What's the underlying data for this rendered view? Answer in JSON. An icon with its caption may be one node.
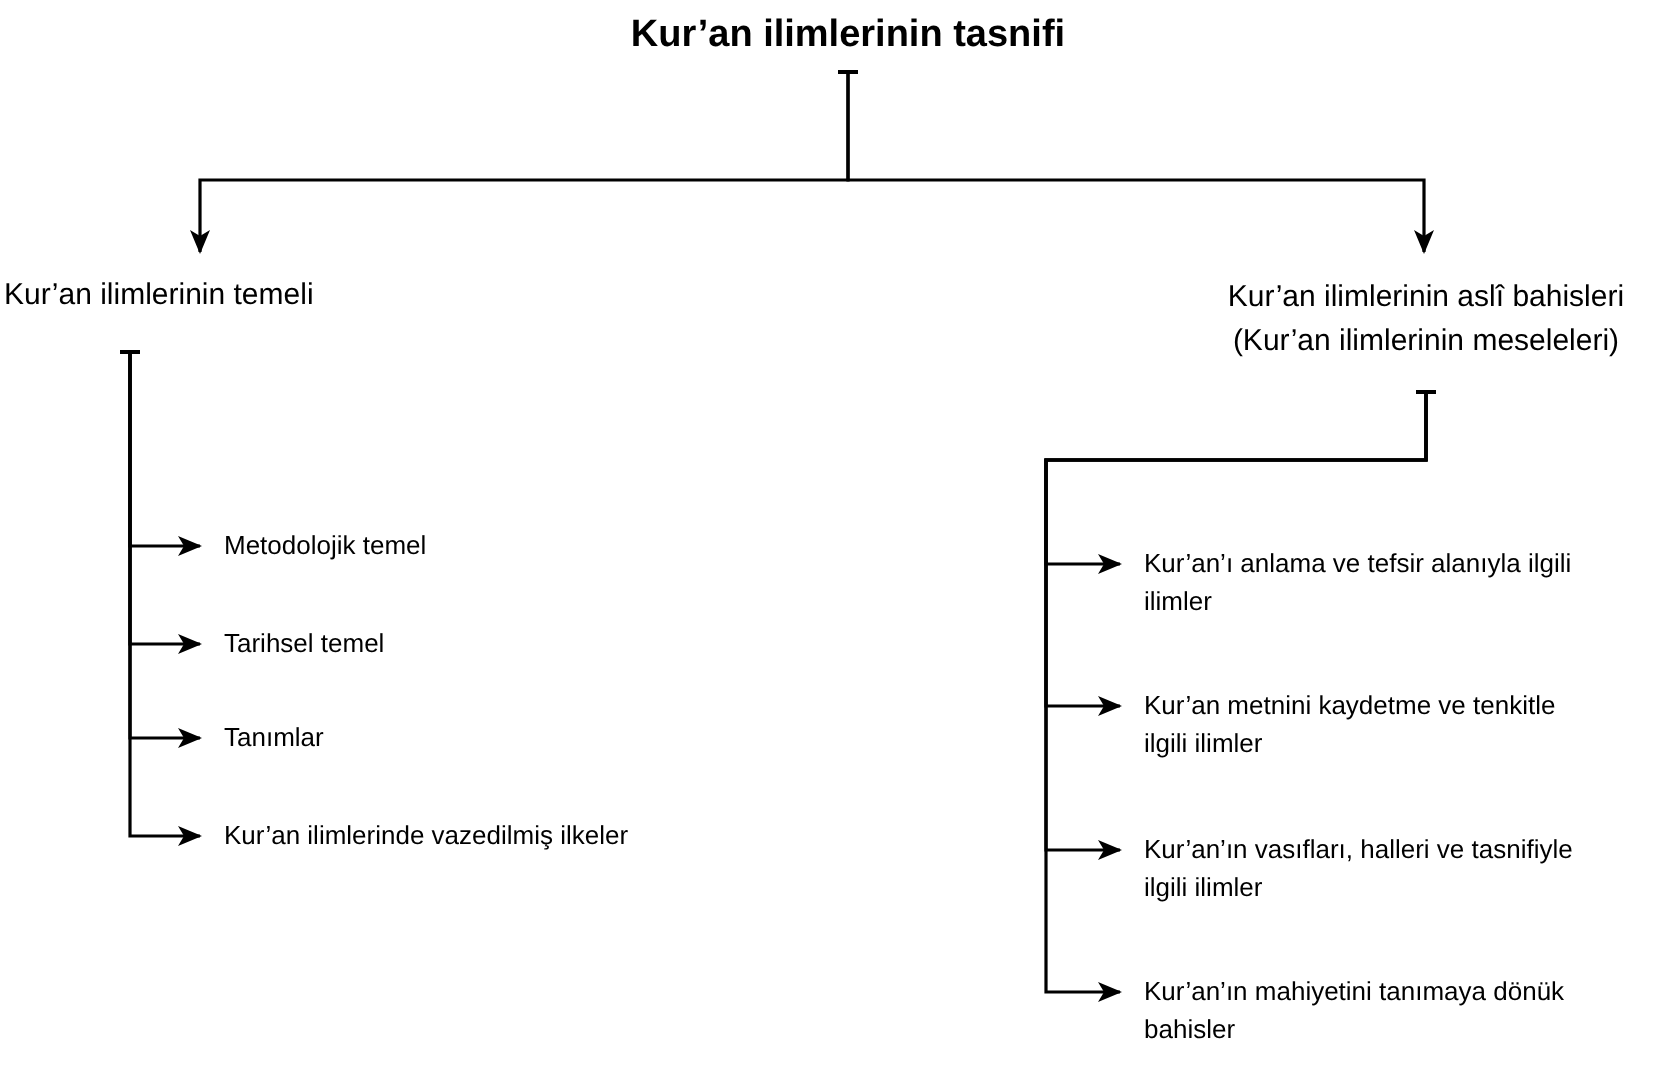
{
  "diagram": {
    "nodes": [
      {
        "text": [
          "Kur’an ilimlerinin tasnifi"
        ]
      },
      {
        "text": [
          "Kur’an ilimlerinin temeli"
        ]
      },
      {
        "text": [
          "Kur’an ilimlerinin aslî bahisleri (Kur’an ilimlerinin meseleleri)"
        ]
      },
      {
        "text": [
          "Metodolojik temel"
        ]
      },
      {
        "text": [
          "Tarihsel temel"
        ]
      },
      {
        "text": [
          "Tanımlar"
        ]
      },
      {
        "text": [
          "Kur’an ilimlerinde vazedilmiş ilkeler"
        ]
      },
      {
        "text": [
          "Kur’an’ı anlama ve tefsir alanıyla ilgili ilimler"
        ]
      },
      {
        "text": [
          "Kur’an metnini kaydetme ve tenkitle ilgili ilimler"
        ]
      },
      {
        "text": [
          "Kur’an’ın vasıfları, halleri ve tasnifiyle ilgili ilimler"
        ]
      },
      {
        "text": [
          "Kur’an’ın mahiyetini tanımaya dönük bahisler"
        ]
      }
    ],
    "edges": [
      {
        "from": 0,
        "to": 1,
        "arrow": "to"
      },
      {
        "from": 0,
        "to": 2,
        "arrow": "to"
      },
      {
        "from": 1,
        "to": 3,
        "arrow": "to"
      },
      {
        "from": 1,
        "to": 4,
        "arrow": "to"
      },
      {
        "from": 1,
        "to": 5,
        "arrow": "to"
      },
      {
        "from": 1,
        "to": 6,
        "arrow": "to"
      },
      {
        "from": 2,
        "to": 7,
        "arrow": "to"
      },
      {
        "from": 2,
        "to": 8,
        "arrow": "to"
      },
      {
        "from": 2,
        "to": 9,
        "arrow": "to"
      },
      {
        "from": 2,
        "to": 10,
        "arrow": "to"
      }
    ]
  }
}
